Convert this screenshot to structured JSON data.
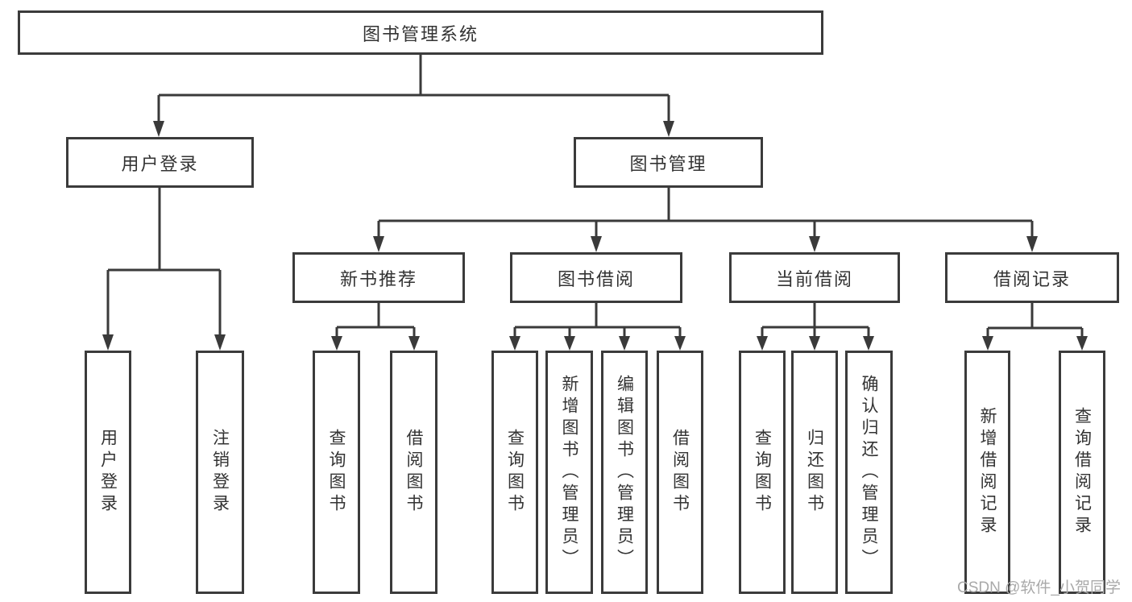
{
  "diagram": {
    "root": {
      "label": "图书管理系统"
    },
    "level2": [
      {
        "label": "用户登录",
        "parent": "图书管理系统"
      },
      {
        "label": "图书管理",
        "parent": "图书管理系统"
      }
    ],
    "level3": [
      {
        "label": "新书推荐",
        "parent": "图书管理"
      },
      {
        "label": "图书借阅",
        "parent": "图书管理"
      },
      {
        "label": "当前借阅",
        "parent": "图书管理"
      },
      {
        "label": "借阅记录",
        "parent": "图书管理"
      }
    ],
    "leaves": [
      {
        "label": "用户登录",
        "parent": "用户登录"
      },
      {
        "label": "注销登录",
        "parent": "用户登录"
      },
      {
        "label": "查询图书",
        "parent": "新书推荐"
      },
      {
        "label": "借阅图书",
        "parent": "新书推荐"
      },
      {
        "label": "查询图书",
        "parent": "图书借阅"
      },
      {
        "label": "新增图书（管理员）",
        "parent": "图书借阅"
      },
      {
        "label": "编辑图书（管理员）",
        "parent": "图书借阅"
      },
      {
        "label": "借阅图书",
        "parent": "图书借阅"
      },
      {
        "label": "查询图书",
        "parent": "当前借阅"
      },
      {
        "label": "归还图书",
        "parent": "当前借阅"
      },
      {
        "label": "确认归还（管理员）",
        "parent": "当前借阅"
      },
      {
        "label": "新增借阅记录",
        "parent": "借阅记录"
      },
      {
        "label": "查询借阅记录",
        "parent": "借阅记录"
      }
    ]
  },
  "watermark": {
    "text": "CSDN @软件_小贺同学"
  },
  "colors": {
    "border": "#3b3b3b",
    "line": "#3a3a3a",
    "text": "#333333",
    "background": "#ffffff",
    "watermark": "#a9a9a9"
  }
}
